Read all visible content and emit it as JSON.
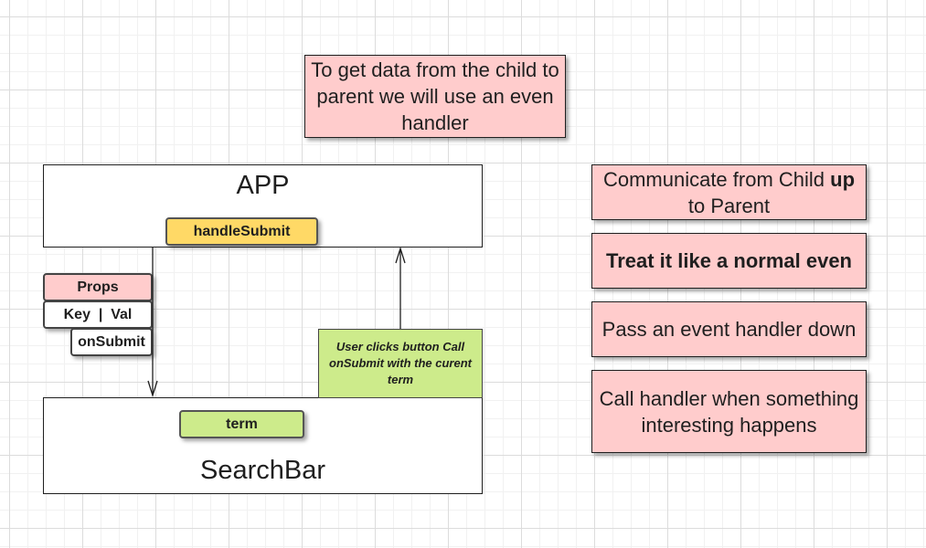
{
  "note_top": {
    "text": "To get data from the child to parent we will use an even handler"
  },
  "app": {
    "title": "APP",
    "handler": "handleSubmit"
  },
  "props": {
    "header": "Props",
    "key_val": "Key  |  Val",
    "on_submit": "onSubmit"
  },
  "search_bar": {
    "title": "SearchBar",
    "term": "term"
  },
  "user_note": {
    "text": "User clicks button Call onSubmit with the curent term"
  },
  "steps": {
    "s1_pre": "Communicate from Child ",
    "s1_bold": "up",
    "s1_post": " to Parent",
    "s2": "Treat it like a normal even",
    "s3": "Pass an event handler down",
    "s4": "Call handler when something interesting happens"
  },
  "colors": {
    "pink": "#ffcccc",
    "yellow": "#ffd966",
    "green": "#cdeb8b"
  }
}
